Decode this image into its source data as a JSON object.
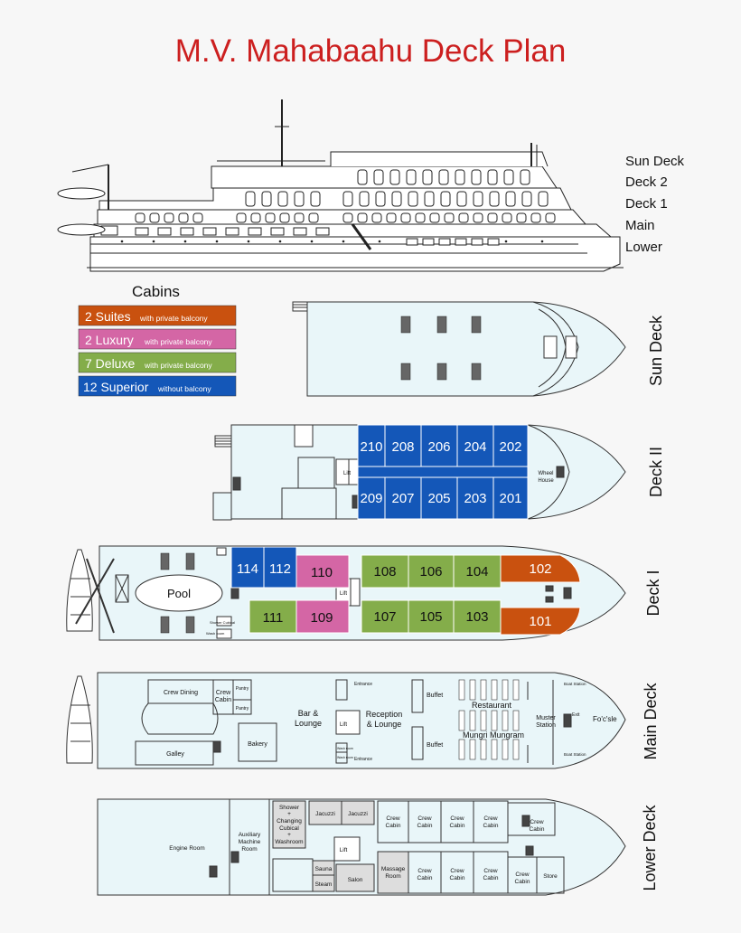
{
  "title": "M.V. Mahabaahu Deck Plan",
  "side_labels": [
    "Sun Deck",
    "Deck 2",
    "Deck 1",
    "Main",
    "Lower"
  ],
  "legend": {
    "heading": "Cabins",
    "items": [
      {
        "label": "2 Suites",
        "note": "with private balcony",
        "color": "#c9510f"
      },
      {
        "label": "2 Luxury",
        "note": "with private balcony",
        "color": "#d466a5"
      },
      {
        "label": "7 Deluxe",
        "note": "with private balcony",
        "color": "#84ad4a"
      },
      {
        "label": "12 Superior",
        "note": "without balcony",
        "color": "#1457b8"
      }
    ]
  },
  "decks": {
    "sun": {
      "name": "Sun Deck"
    },
    "deck2": {
      "name": "Deck II",
      "cabins_top": [
        "210",
        "208",
        "206",
        "204",
        "202"
      ],
      "cabins_bottom": [
        "209",
        "207",
        "205",
        "203",
        "201"
      ],
      "lift": "Lift",
      "wheel_house": [
        "Wheel",
        "House"
      ]
    },
    "deck1": {
      "name": "Deck I",
      "pool": "Pool",
      "lift": "Lift",
      "cabins": {
        "c114": "114",
        "c112": "112",
        "c110": "110",
        "c108": "108",
        "c106": "106",
        "c104": "104",
        "c102": "102",
        "c111": "111",
        "c109": "109",
        "c107": "107",
        "c105": "105",
        "c103": "103",
        "c101": "101"
      },
      "small1": "Shower Cubical",
      "small2": "Wash room"
    },
    "main": {
      "name": "Main Deck",
      "crew_dining": "Crew Dining",
      "crew_cabin": [
        "Crew",
        "Cabin"
      ],
      "pantry1": "Pantry",
      "pantry2": "Pantry",
      "galley": "Galley",
      "bakery": "Bakery",
      "bar": [
        "Bar &",
        "Lounge"
      ],
      "lift": "Lift",
      "entrance1": "Entrance",
      "entrance2": "Entrance",
      "reception": [
        "Reception",
        "& Lounge"
      ],
      "buffet1": "Buffet",
      "buffet2": "Buffet",
      "restaurant": "Restaurant",
      "mungri": "Mungri Mungram",
      "muster": [
        "Muster",
        "Station"
      ],
      "exit": "Exit",
      "boat1": "Boat Station",
      "boat2": "Boat Station",
      "focsle": "Fo'c'sle",
      "wash1": "Wash room",
      "wash2": "Wash room"
    },
    "lower": {
      "name": "Lower Deck",
      "engine": "Engine Room",
      "aux": [
        "Auxiliary",
        "Machine",
        "Room"
      ],
      "shower": [
        "Shower",
        "+",
        "Changing",
        "Cubical",
        "+",
        "Washroom"
      ],
      "jacuzzi1": "Jacuzzi",
      "jacuzzi2": "Jacuzzi",
      "lift": "Lift",
      "sauna": "Sauna",
      "steam": "Steam",
      "salon": "Salon",
      "massage": [
        "Massage",
        "Room"
      ],
      "crew_cabin": [
        "Crew",
        "Cabin"
      ],
      "store": "Store"
    }
  }
}
